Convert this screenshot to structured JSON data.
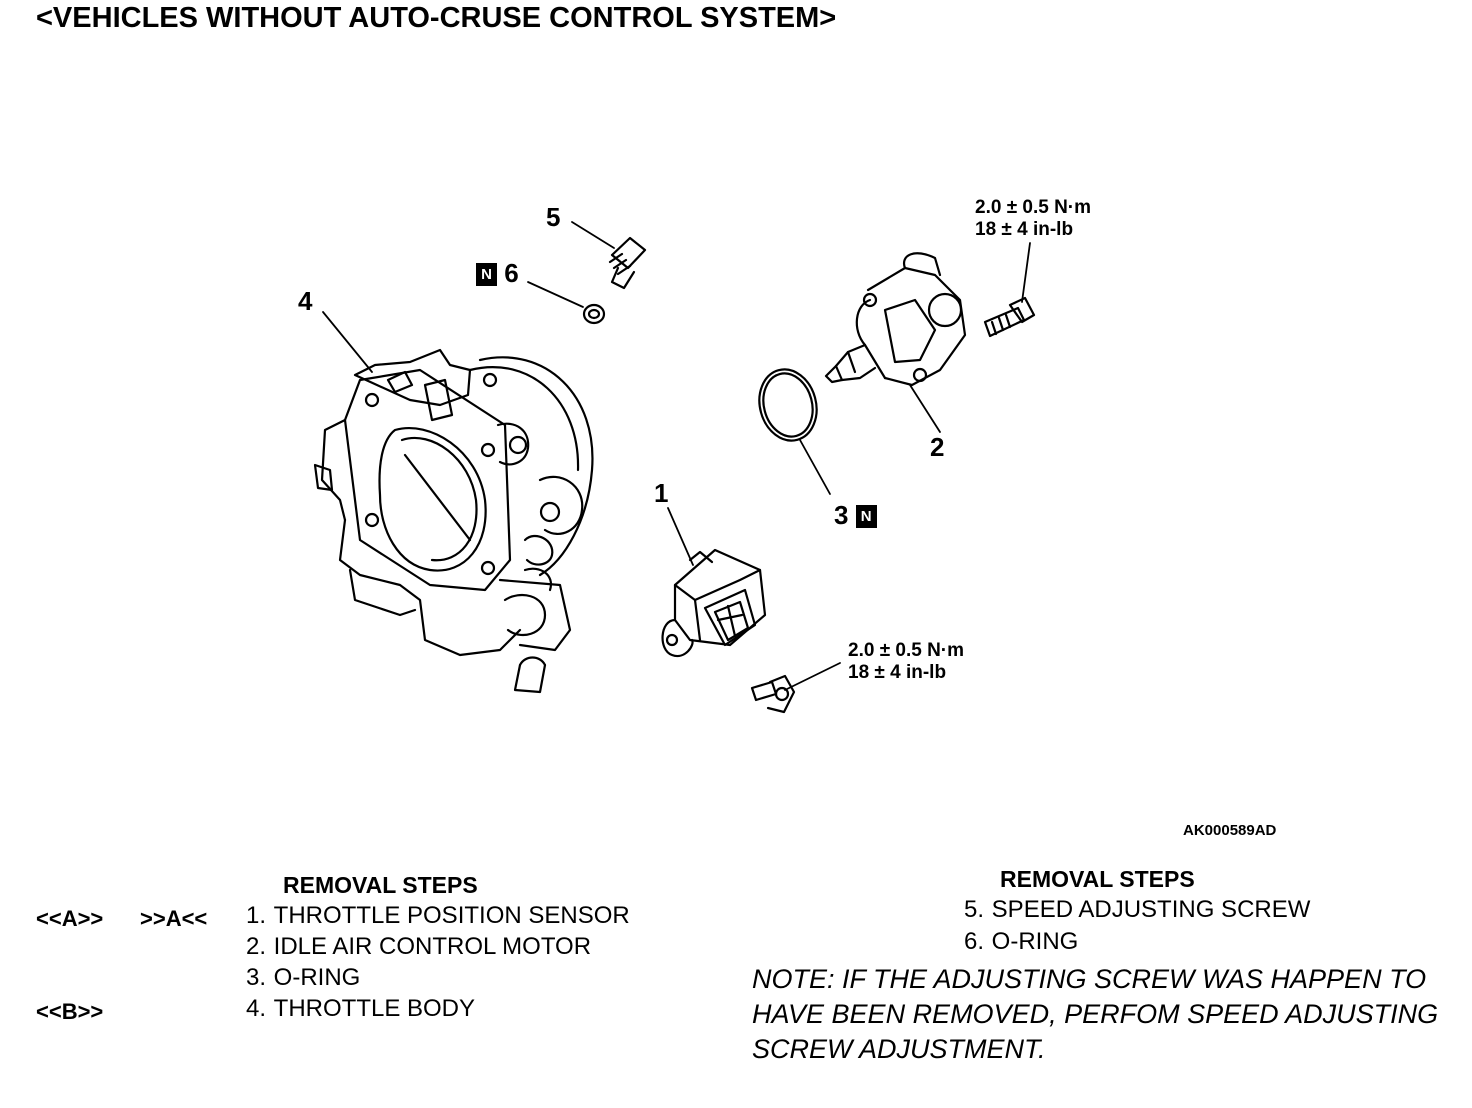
{
  "title": "<VEHICLES WITHOUT AUTO-CRUSE CONTROL SYSTEM>",
  "callouts": {
    "c1": "1",
    "c2": "2",
    "c3": "3",
    "c3_badge": "N",
    "c4": "4",
    "c5": "5",
    "c6": "6",
    "c6_badge": "N"
  },
  "torque_top": {
    "nm": "2.0 ± 0.5 N·m",
    "inlb": "18 ± 4 in-lb"
  },
  "torque_bottom": {
    "nm": "2.0 ± 0.5 N·m",
    "inlb": "18 ± 4 in-lb"
  },
  "figure_id": "AK000589AD",
  "left_steps": {
    "heading": "REMOVAL STEPS",
    "refs": {
      "r1a": "<<A>>",
      "r1b": ">>A<<",
      "r4": "<<B>>"
    },
    "items": [
      {
        "num": "1.",
        "text": "THROTTLE POSITION SENSOR"
      },
      {
        "num": "2.",
        "text": "IDLE AIR CONTROL MOTOR"
      },
      {
        "num": "3.",
        "text": "O-RING"
      },
      {
        "num": "4.",
        "text": "THROTTLE BODY"
      }
    ]
  },
  "right_steps": {
    "heading": "REMOVAL STEPS",
    "items": [
      {
        "num": "5.",
        "text": "SPEED ADJUSTING SCREW"
      },
      {
        "num": "6.",
        "text": "O-RING"
      }
    ]
  },
  "note": "NOTE: IF THE ADJUSTING SCREW WAS HAPPEN TO HAVE BEEN REMOVED, PERFOM SPEED ADJUSTING SCREW ADJUSTMENT."
}
